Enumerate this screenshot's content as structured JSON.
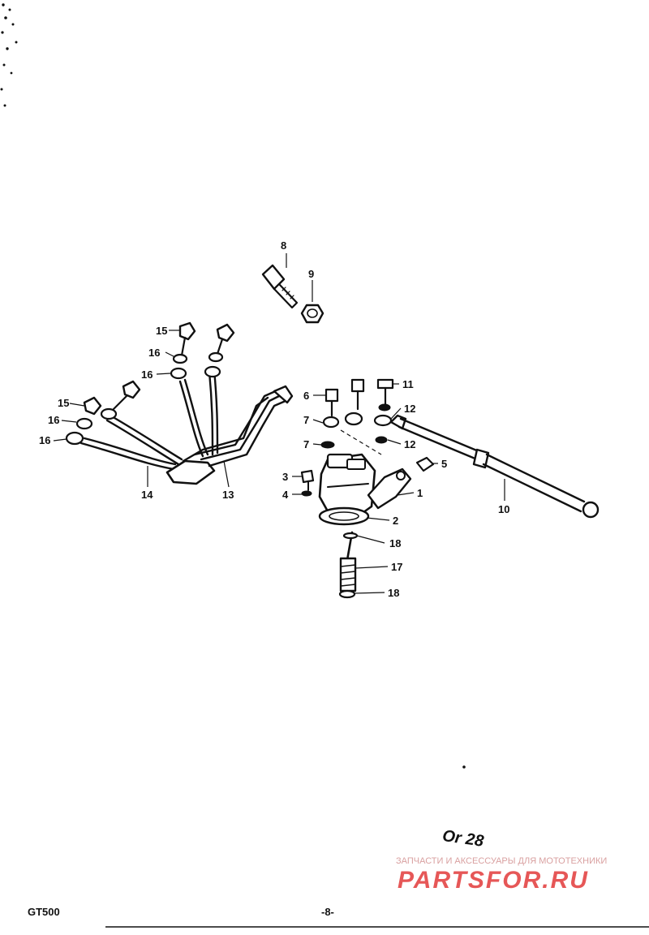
{
  "model_label": "GT500",
  "page_number": "-8-",
  "handwritten_note": "Or 28",
  "watermark": {
    "tagline": "ЗАПЧАСТИ И АКСЕССУАРЫ ДЛЯ МОТОТЕХНИКИ",
    "brand": "PARTSFOR.RU",
    "color": "#e23a3a"
  },
  "callouts": {
    "c1": "1",
    "c2": "2",
    "c3": "3",
    "c4": "4",
    "c5": "5",
    "c6": "6",
    "c7a": "7",
    "c7b": "7",
    "c8": "8",
    "c9": "9",
    "c10": "10",
    "c11": "11",
    "c12a": "12",
    "c12b": "12",
    "c13": "13",
    "c14": "14",
    "c15a": "15",
    "c15b": "15",
    "c16a": "16",
    "c16b": "16",
    "c16c": "16",
    "c16d": "16",
    "c17": "17",
    "c18a": "18",
    "c18b": "18"
  }
}
